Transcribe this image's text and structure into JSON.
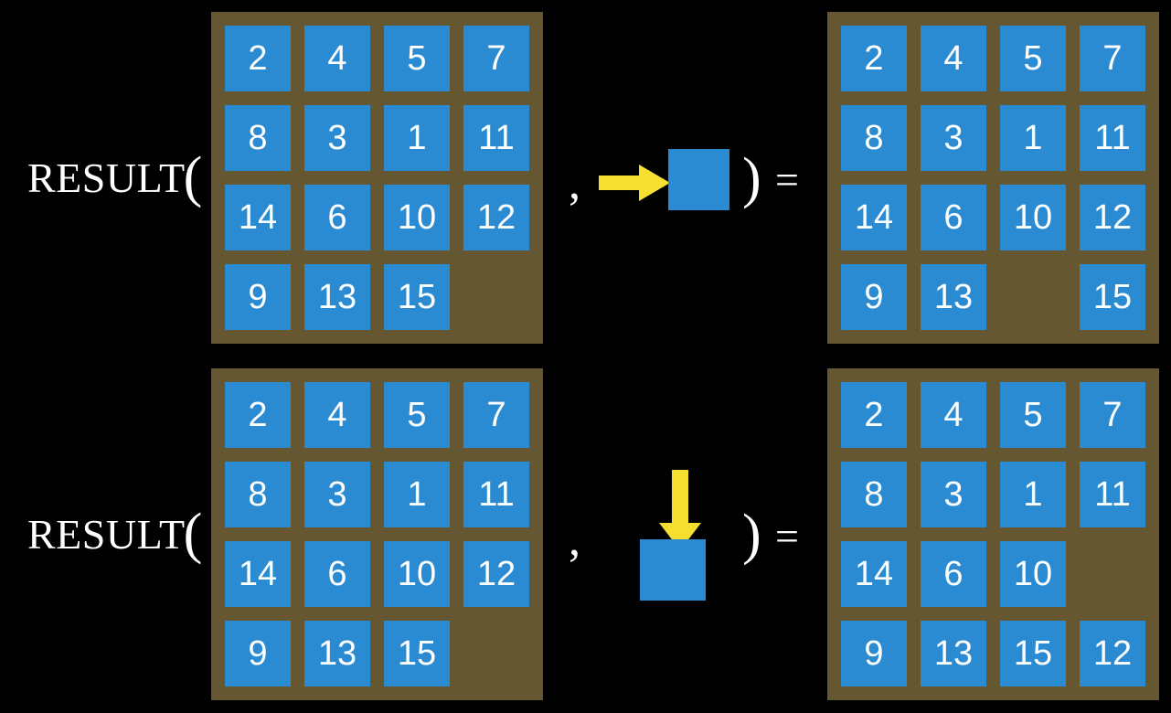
{
  "colors": {
    "background": "#000000",
    "board": "#665733",
    "tile": "#2a8bd2",
    "tile_text": "#ffffff",
    "arrow": "#f5e032",
    "text": "#ffffff"
  },
  "labels": {
    "result": "RESULT",
    "paren_open": "(",
    "comma": ",",
    "paren_close": ")",
    "equals": "="
  },
  "equations": [
    {
      "id": "move-right",
      "label": "RESULT",
      "input_board": {
        "name": "15-puzzle-input-top",
        "rows": [
          [
            "2",
            "4",
            "5",
            "7"
          ],
          [
            "8",
            "3",
            "1",
            "11"
          ],
          [
            "14",
            "6",
            "10",
            "12"
          ],
          [
            "9",
            "13",
            "15",
            ""
          ]
        ]
      },
      "action": {
        "name": "slide-right-action",
        "arrow_direction": "right",
        "arrow_icon": "arrow-right-icon",
        "tile_label": ""
      },
      "output_board": {
        "name": "15-puzzle-output-top",
        "rows": [
          [
            "2",
            "4",
            "5",
            "7"
          ],
          [
            "8",
            "3",
            "1",
            "11"
          ],
          [
            "14",
            "6",
            "10",
            "12"
          ],
          [
            "9",
            "13",
            "",
            "15"
          ]
        ]
      }
    },
    {
      "id": "move-down",
      "label": "RESULT",
      "input_board": {
        "name": "15-puzzle-input-bottom",
        "rows": [
          [
            "2",
            "4",
            "5",
            "7"
          ],
          [
            "8",
            "3",
            "1",
            "11"
          ],
          [
            "14",
            "6",
            "10",
            "12"
          ],
          [
            "9",
            "13",
            "15",
            ""
          ]
        ]
      },
      "action": {
        "name": "slide-down-action",
        "arrow_direction": "down",
        "arrow_icon": "arrow-down-icon",
        "tile_label": ""
      },
      "output_board": {
        "name": "15-puzzle-output-bottom",
        "rows": [
          [
            "2",
            "4",
            "5",
            "7"
          ],
          [
            "8",
            "3",
            "1",
            "11"
          ],
          [
            "14",
            "6",
            "10",
            ""
          ],
          [
            "9",
            "13",
            "15",
            "12"
          ]
        ]
      }
    }
  ]
}
